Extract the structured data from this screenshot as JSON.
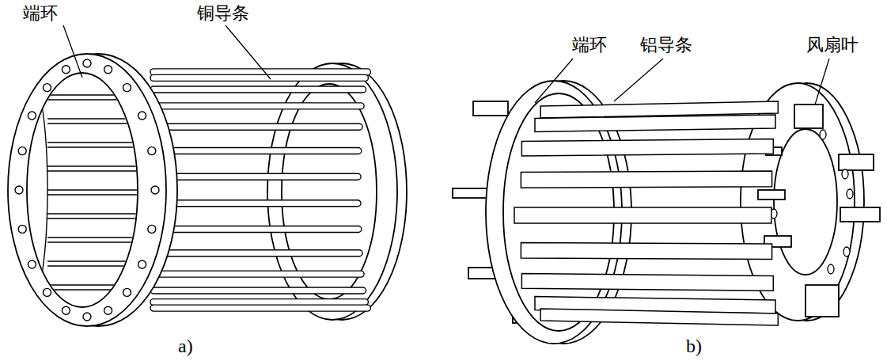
{
  "diagram": {
    "labels": [
      "端环",
      "铜导条",
      "端环",
      "铝导条",
      "风扇叶",
      "a)",
      "b)"
    ]
  }
}
